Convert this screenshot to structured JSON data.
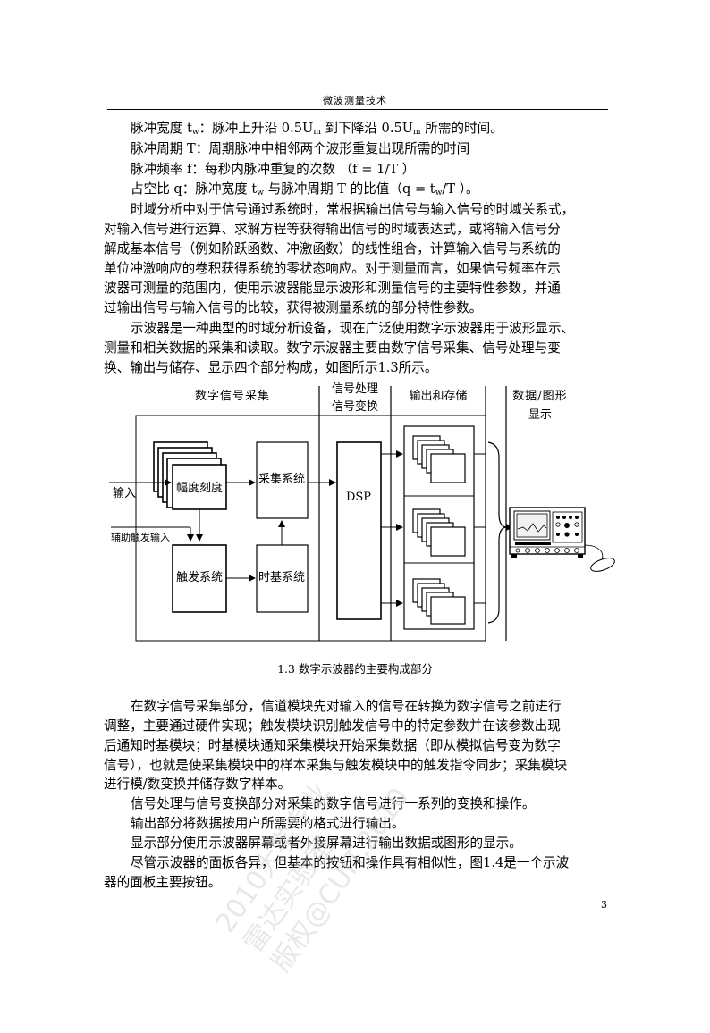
{
  "header": {
    "title": "微波测量技术"
  },
  "definitions": [
    {
      "a": "脉冲宽度 t",
      "sub": "w",
      "b": "：脉冲上升沿 0.5U",
      "sub2": "m",
      "c": " 到下降沿 0.5U",
      "sub3": "m",
      "d": "  所需的时间。"
    },
    {
      "text": "脉冲周期 T：周期脉冲中相邻两个波形重复出现所需的时间"
    },
    {
      "text": "脉冲频率 f：每秒内脉冲重复的次数    （f = 1/T  ）"
    },
    {
      "a": "占空比 q：脉冲宽度  t",
      "sub": "w",
      "b": " 与脉冲周期  T  的比值（q = t",
      "sub2": "w",
      "c": "/T  ）。"
    }
  ],
  "paragraph1": [
    "时域分析中对于信号通过系统时，常根据输出信号与输入信号的时域关系式，",
    "对输入信号进行运算、求解方程等获得输出信号的时域表达式，或将输入信号分",
    "解成基本信号（例如阶跃函数、冲激函数）的线性组合，计算输入信号与系统的",
    "单位冲激响应的卷积获得系统的零状态响应。对于测量而言，如果信号频率在示",
    "波器可测量的范围内，使用示波器能显示波形和测量信号的主要特性参数，并通",
    "过输出信号与输入信号的比较，获得被测量系统的部分特性参数。"
  ],
  "paragraph2": [
    "示波器是一种典型的时域分析设备，现在广泛使用数字示波器用于波形显示、",
    "测量和相关数据的采集和读取。数字示波器主要由数字信号采集、信号处理与变",
    "换、输出与储存、显示四个部分构成，如图所示1.3所示。"
  ],
  "diagram": {
    "col_acquisition": "数字信号采集",
    "col_processing_1": "信号处理",
    "col_processing_2": "信号变换",
    "col_output": "输出和存储",
    "col_display_1": "数据/图形",
    "col_display_2": "显示",
    "block_amplitude": "幅度刻度",
    "block_acquire": "采集系统",
    "block_dsp": "DSP",
    "block_trigger": "触发系统",
    "block_timebase": "时基系统",
    "label_input": "输入",
    "label_aux_trigger": "辅助触发输入"
  },
  "caption": "1.3  数字示波器的主要构成部分",
  "paragraph3": [
    "在数字信号采集部分，信道模块先对输入的信号在转换为数字信号之前进行",
    "调整，主要通过硬件实现；触发模块识别触发信号中的特定参数并在该参数出现",
    "后通知时基模块；时基模块通知采集模块开始采集数据（即从模拟信号变为数字",
    "信号），也就是使采集模块中的样本采集与触发模块中的触发指令同步；采集模块",
    "进行模/数变换并储存数字样本。"
  ],
  "paragraph4": [
    "信号处理与信号变换部分对采集的数字信号进行一系列的变换和操作。",
    "输出部分将数据按用户所需要的格式进行输出。",
    "显示部分使用示波器屏幕或者外接屏幕进行输出数据或图形的显示。"
  ],
  "paragraph5": [
    "尽管示波器的面板各异，但基本的按钮和操作具有相似性，图1.4是一个示波",
    "器的面板主要按钮。"
  ],
  "page_number": "3",
  "watermark": [
    "2010大学专业",
    "雷达实验室",
    "版权@CUIT.2010"
  ]
}
